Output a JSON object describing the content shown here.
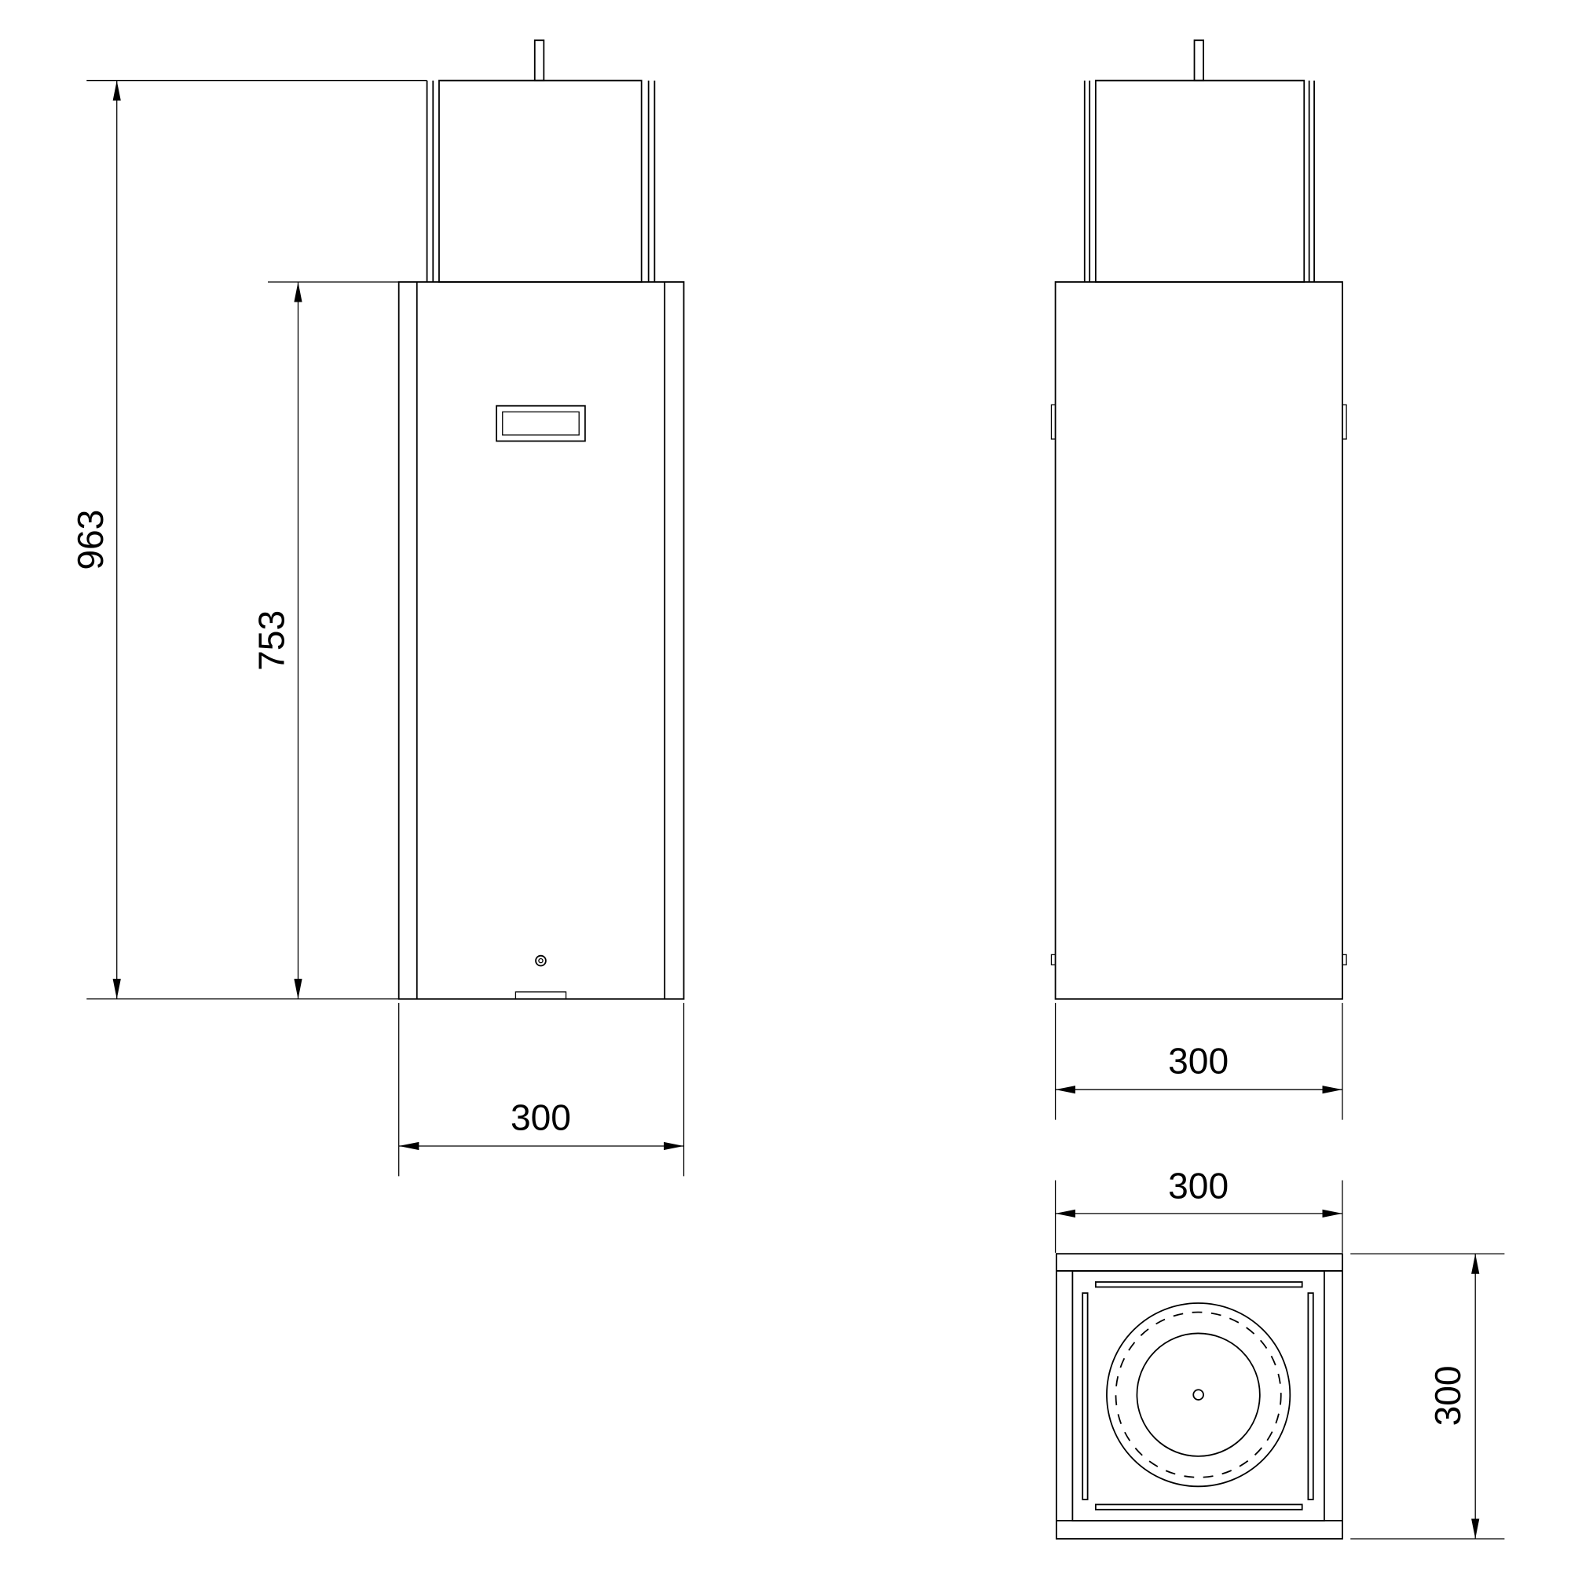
{
  "drawing": {
    "front_view": {
      "total_height_label": "963",
      "body_height_label": "753",
      "width_label": "300"
    },
    "side_view": {
      "width_label": "300"
    },
    "top_view": {
      "width_label": "300",
      "depth_label": "300"
    },
    "line_color": "#000000",
    "background_color": "#ffffff"
  }
}
